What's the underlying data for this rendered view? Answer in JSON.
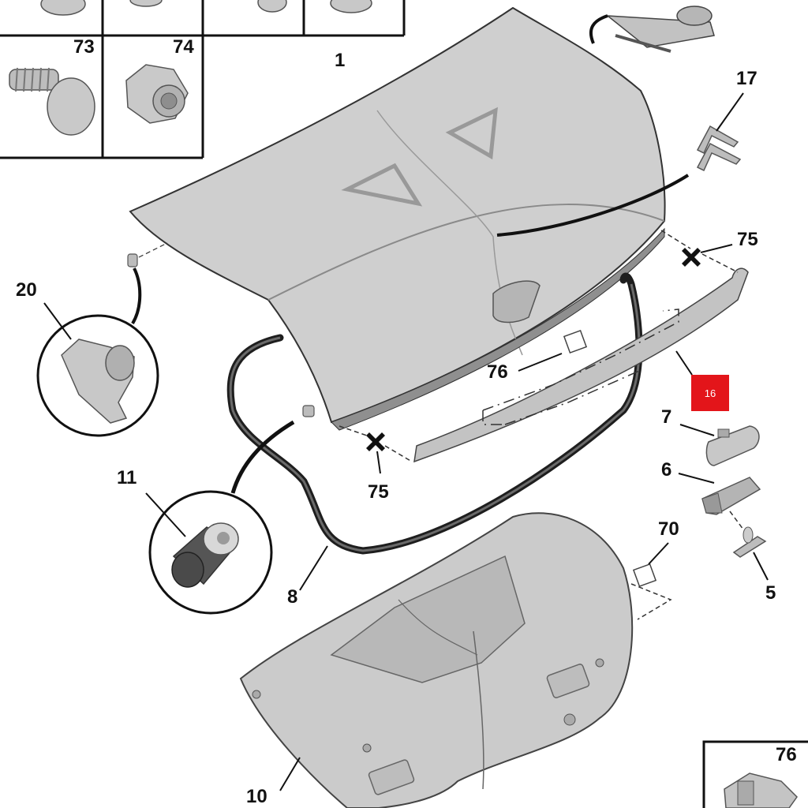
{
  "diagram": {
    "hotspot": {
      "label": "16",
      "color": "#e3151a"
    },
    "callouts": {
      "c73": "73",
      "c74": "74",
      "c1": "1",
      "c17": "17",
      "c75a": "75",
      "c20": "20",
      "c76a": "76",
      "c7": "7",
      "c11": "11",
      "c75b": "75",
      "c6": "6",
      "c70": "70",
      "c8": "8",
      "c5": "5",
      "c10": "10",
      "c76b": "76"
    },
    "colors": {
      "part_fill": "#cfcfcf",
      "part_dark": "#9b9b9b",
      "outline": "#222222",
      "seal": "#1e1e1e"
    }
  }
}
